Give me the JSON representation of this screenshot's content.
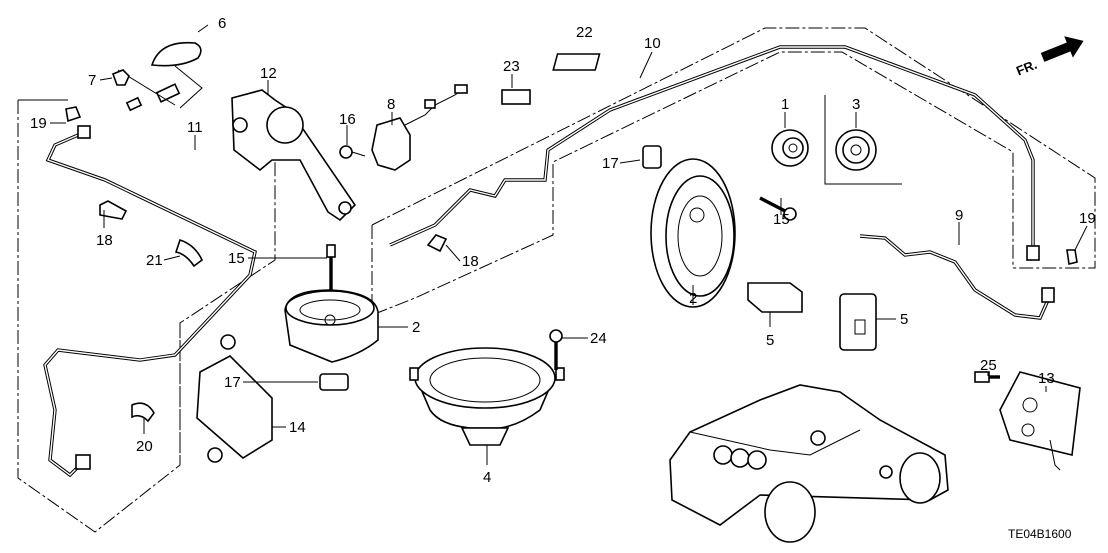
{
  "diagram": {
    "direction_label": "FR.",
    "diagram_code": "TE04B1600",
    "callouts": {
      "c6": "6",
      "c7": "7",
      "c12": "12",
      "c16": "16",
      "c8": "8",
      "c23": "23",
      "c22": "22",
      "c10": "10",
      "c1": "1",
      "c3": "3",
      "c19a": "19",
      "c11": "11",
      "c17a": "17",
      "c15a": "15",
      "c18a": "18",
      "c21": "21",
      "c15b": "15",
      "c18b": "18",
      "c9": "9",
      "c19b": "19",
      "c2a": "2",
      "c2b": "2",
      "c5a": "5",
      "c5b": "5",
      "c24": "24",
      "c25": "25",
      "c13": "13",
      "c17b": "17",
      "c14": "14",
      "c20": "20",
      "c4": "4"
    }
  }
}
